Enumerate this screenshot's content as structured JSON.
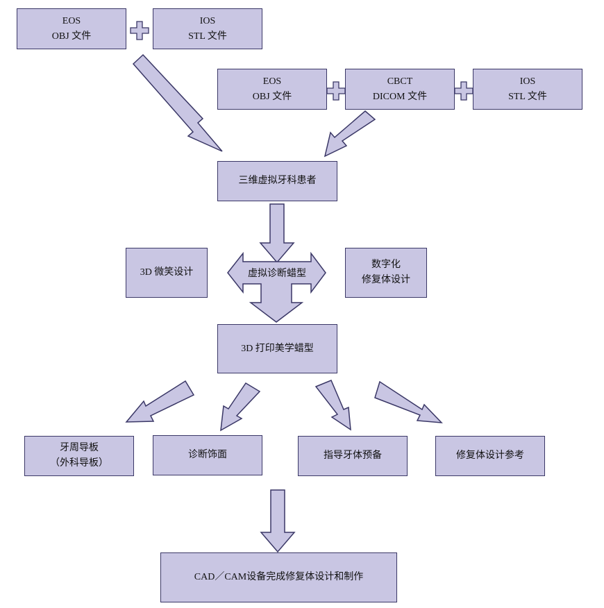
{
  "colors": {
    "box_fill": "#c9c6e3",
    "box_border": "#3a3766",
    "text": "#111111"
  },
  "nodes": {
    "eos_left": [
      "EOS",
      "OBJ 文件"
    ],
    "ios_left": [
      "IOS",
      "STL 文件"
    ],
    "eos_right": [
      "EOS",
      "OBJ 文件"
    ],
    "cbct": [
      "CBCT",
      "DICOM 文件"
    ],
    "ios_right": [
      "IOS",
      "STL 文件"
    ],
    "virtual_patient": [
      "三维虚拟牙科患者"
    ],
    "smile_design": [
      "3D 微笑设计"
    ],
    "virtual_waxup": [
      "虚拟诊断蜡型"
    ],
    "digital_restoration": [
      "数字化",
      "修复体设计"
    ],
    "printed_waxup": [
      "3D 打印美学蜡型"
    ],
    "periodontal_guide": [
      "牙周导板",
      "（外科导板）"
    ],
    "diagnostic_veneer": [
      "诊断饰面"
    ],
    "guided_prep": [
      "指导牙体预备"
    ],
    "restoration_reference": [
      "修复体设计参考"
    ],
    "cad_cam": [
      "CAD／CAM设备完成修复体设计和制作"
    ]
  }
}
